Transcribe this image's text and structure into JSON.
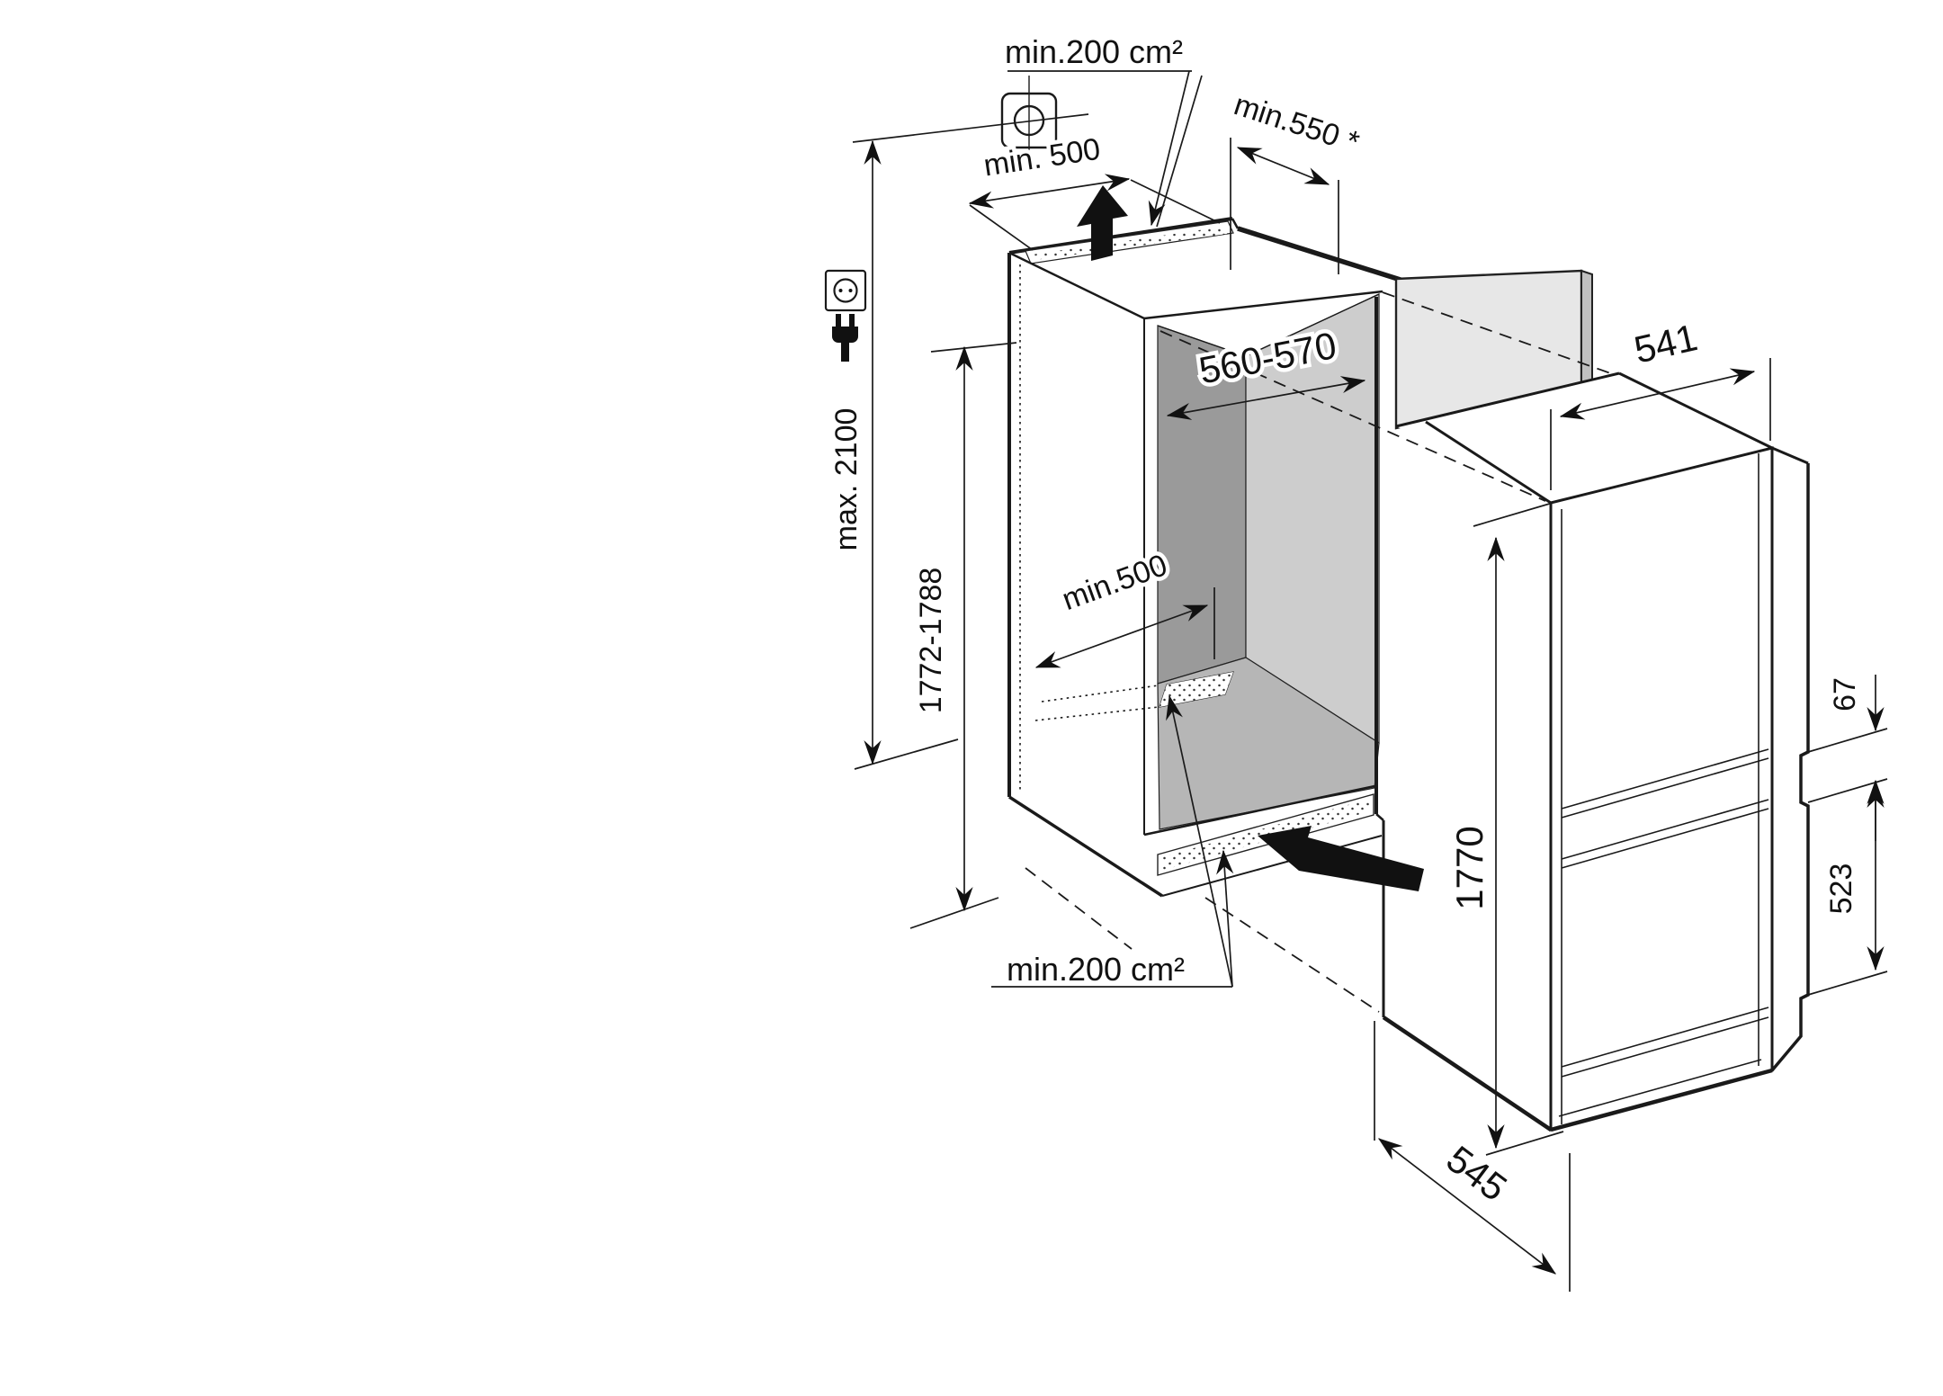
{
  "diagram_title": "built-in appliance installation dimensions",
  "labels": {
    "top_vent_area": "min.200 cm²",
    "bottom_vent_area": "min.200 cm²",
    "top_clearance": "min. 500",
    "worktop_depth": "min.550 *",
    "niche_width": "560-570",
    "bottom_vent_width": "min.500",
    "ceiling_height_max": "max. 2100",
    "niche_height": "1772-1788",
    "appliance_width": "541",
    "appliance_height": "1770",
    "door_gap_height": "67",
    "lower_door_height": "523",
    "appliance_depth": "545"
  },
  "icons": {
    "socket": "power-socket-icon",
    "plug": "power-plug-icon",
    "socket_position": "socket-position-crosshair-icon",
    "airflow_up": "airflow-up-arrow-icon",
    "airflow_in": "airflow-intake-arrow-icon"
  },
  "colors": {
    "line": "#1a1a1a",
    "wall_back": "#9a9a9a",
    "wall_side": "#cdcdcd",
    "floor": "#b6b6b6",
    "panel": "#e7e7e7",
    "panel_side": "#c0c0c0"
  }
}
